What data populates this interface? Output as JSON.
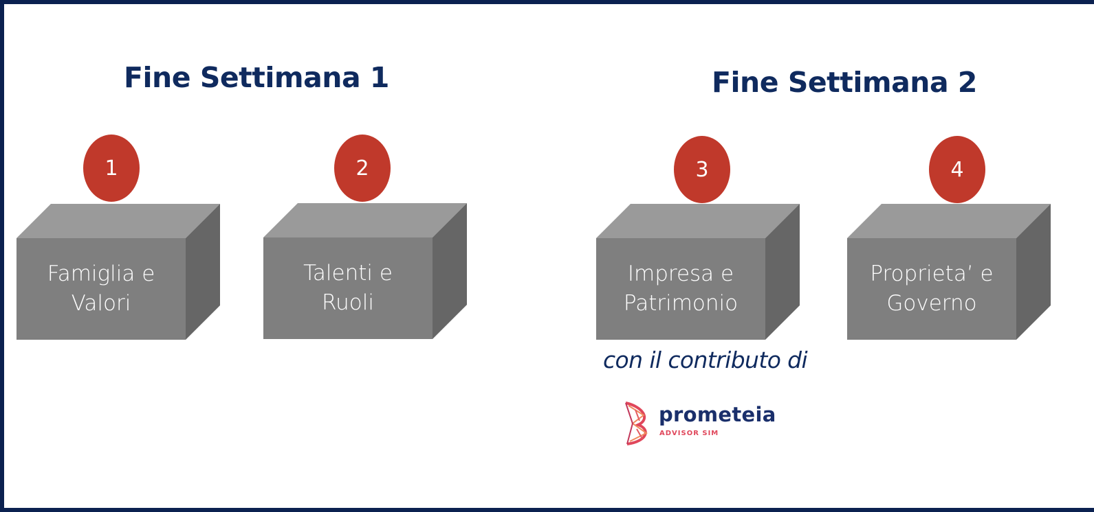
{
  "titles": {
    "weekend1": "Fine Settimana 1",
    "weekend2": "Fine Settimana 2"
  },
  "modules": [
    {
      "number": "1",
      "label": "Famiglia e\nValori"
    },
    {
      "number": "2",
      "label": "Talenti e\nRuoli"
    },
    {
      "number": "3",
      "label": "Impresa e\nPatrimonio"
    },
    {
      "number": "4",
      "label": "Proprieta’ e\nGoverno"
    }
  ],
  "contribution": {
    "text": "con il contributo di",
    "logo_name": "prometeia",
    "logo_subtitle": "ADVISOR SIM"
  },
  "colors": {
    "frame": "#0b2150",
    "title": "#0f2a5e",
    "badge": "#c0392b",
    "cube_front": "#7f7f7f",
    "cube_top": "#9a9a9a",
    "cube_side": "#666666"
  }
}
